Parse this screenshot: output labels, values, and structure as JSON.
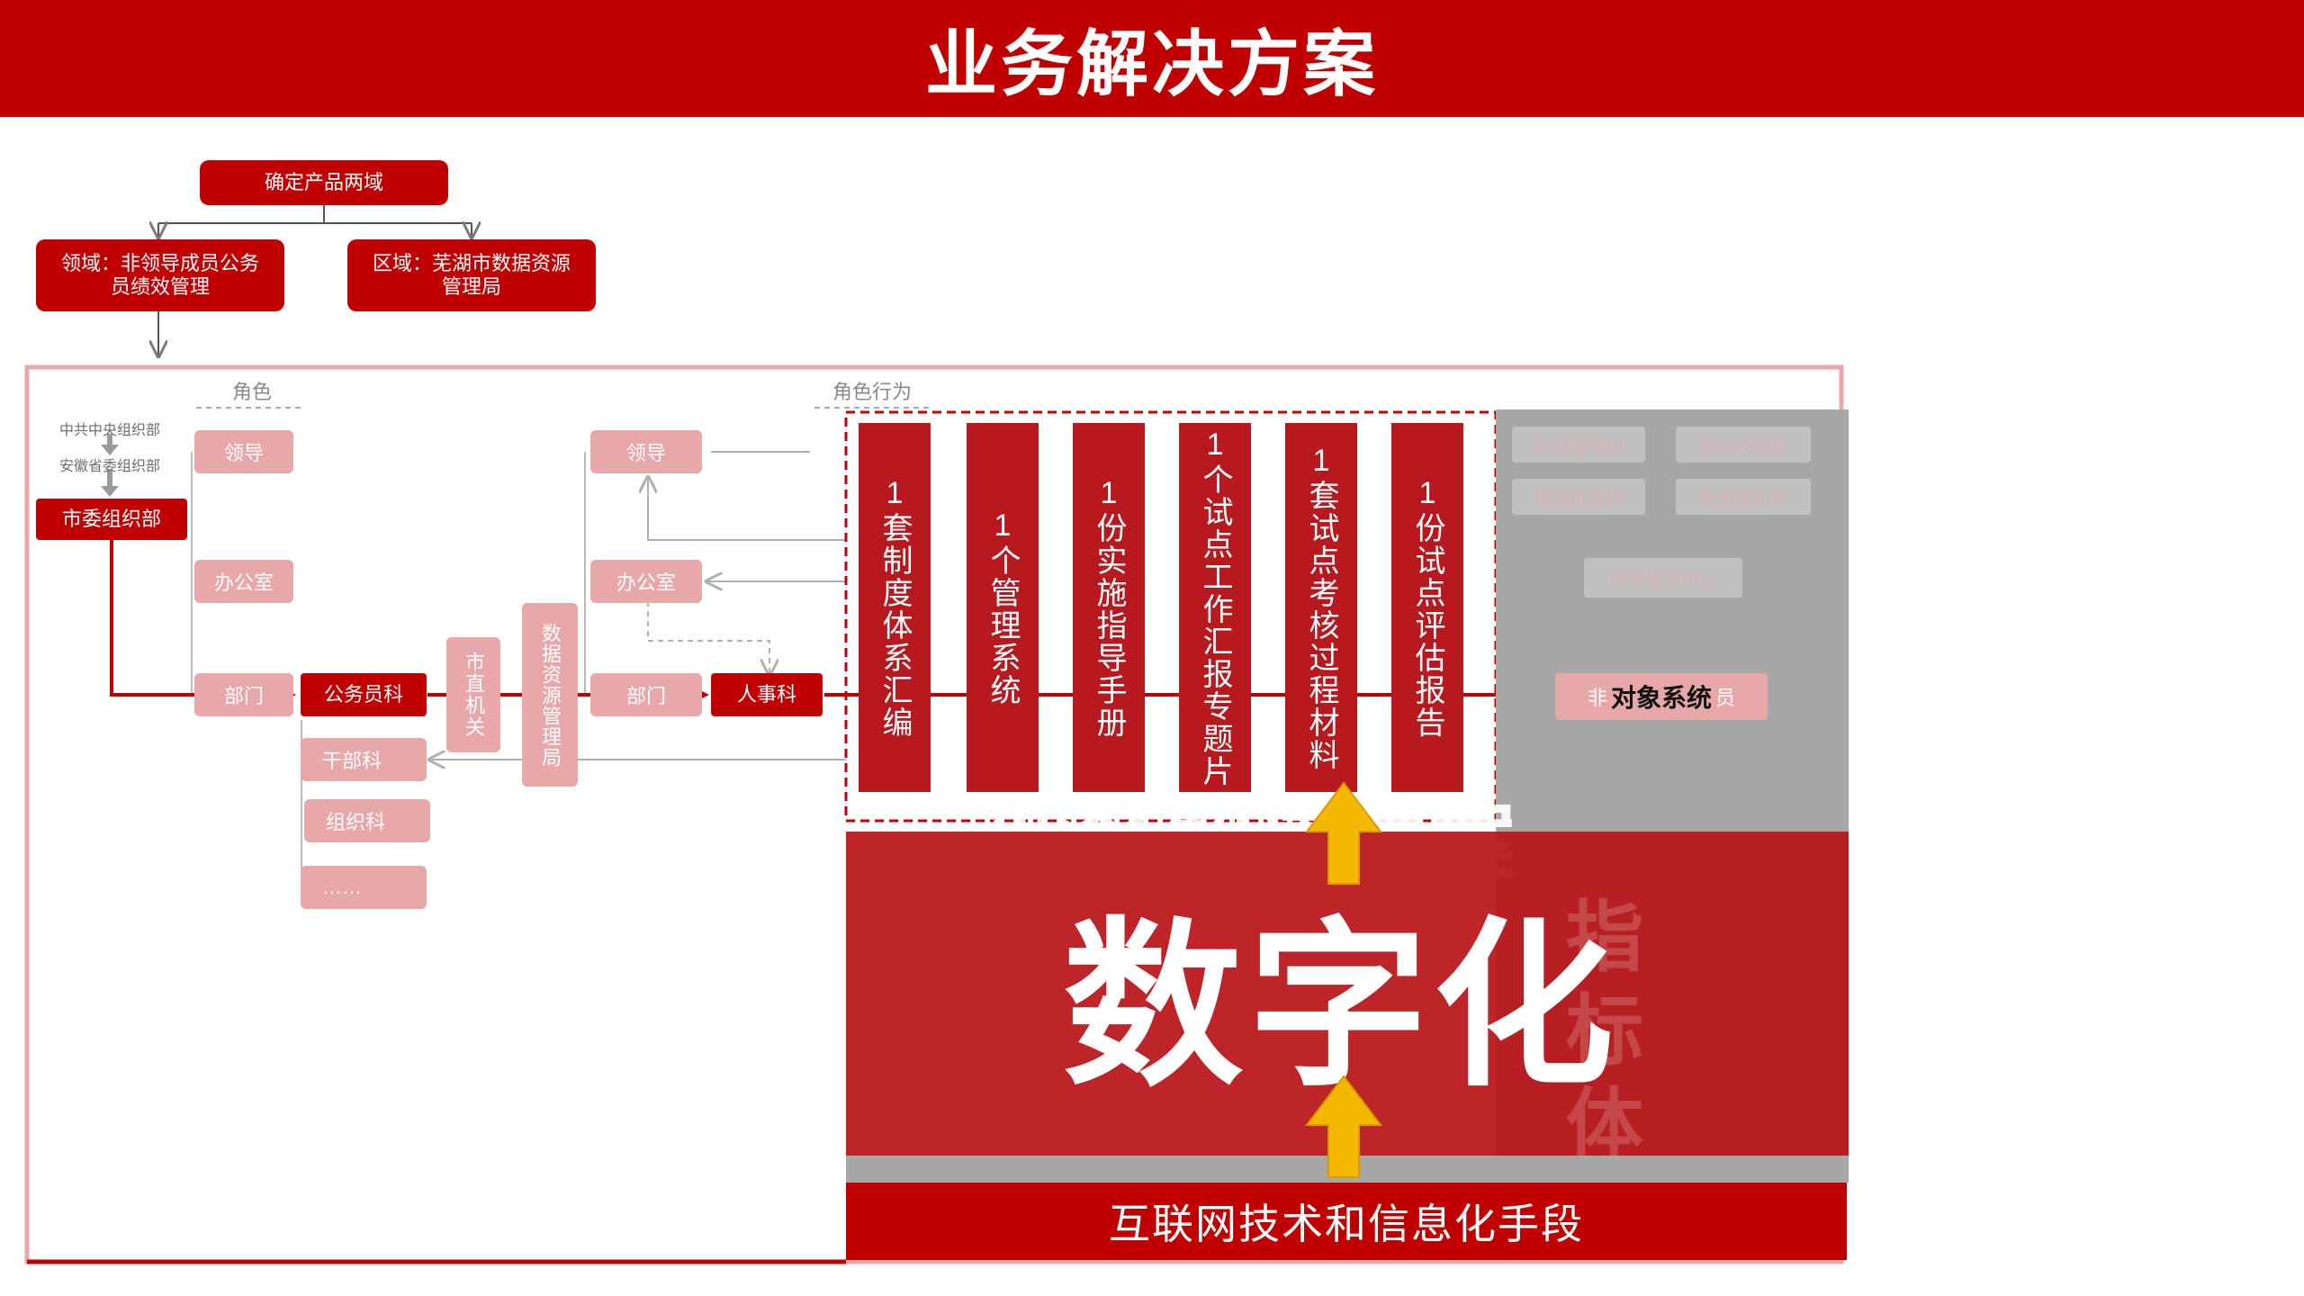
{
  "title": "业务解决方案",
  "top_box": "确定产品两域",
  "domain_left": "领域：非领导成员公务员绩效管理",
  "domain_right": "区域：芜湖市数据资源管理局",
  "header_roles": "角色",
  "header_role_behavior": "角色行为",
  "org_central": "中共中央组织部",
  "org_province": "安徽省委组织部",
  "org_city": "市委组织部",
  "left_roles": [
    "领导",
    "办公室",
    "部门"
  ],
  "civil_servant_section": "公务员科",
  "sub_sections": [
    "干部科",
    "组织科",
    "……"
  ],
  "city_organs": "市直机关",
  "data_bureau": "数据资源管理局",
  "right_roles": [
    "领导",
    "办公室",
    "部门"
  ],
  "hr_section": "人事科",
  "columns": [
    "1套制度体系汇编",
    "1个管理系统",
    "1份实施指导手册",
    "1个试点工作汇报专题片",
    "1套试点考核过程材料",
    "1份试点评估报告"
  ],
  "ghost_items": [
    "应用管理科",
    "综合规划科",
    "数据资源科",
    "政务服务科",
    "政务服务中心"
  ],
  "target_left": "非",
  "target_system": "对象系统",
  "target_right": "员",
  "overlay_title": "业务解决方案",
  "digital": "数字化",
  "faded_index": "指标体系",
  "bottom_bar": "互联网技术和信息化手段",
  "colors": {
    "brand_red": "#c00000",
    "column_red": "#b7191f",
    "pink": "#e8a7a9",
    "arrow_yellow": "#f5b800"
  },
  "icons": [
    "arrow-right-icon",
    "arrow-down-icon",
    "arrow-up-icon"
  ]
}
